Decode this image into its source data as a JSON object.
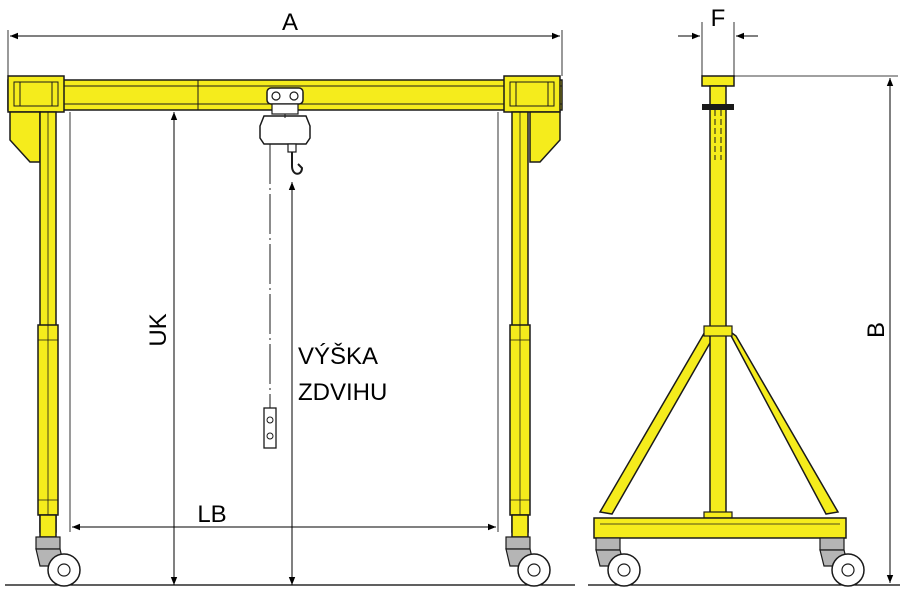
{
  "labels": {
    "width": "A",
    "total_height": "B",
    "foot_width": "F",
    "under_beam_height": "UK",
    "lift_height_line1": "VÝŠKA",
    "lift_height_line2": "ZDVIHU",
    "span": "LB"
  },
  "colors": {
    "frame": "#f5ec1c",
    "outline": "#1a1a1a",
    "wheel_bracket": "#b5b5b5",
    "dimension_line": "#000000"
  }
}
